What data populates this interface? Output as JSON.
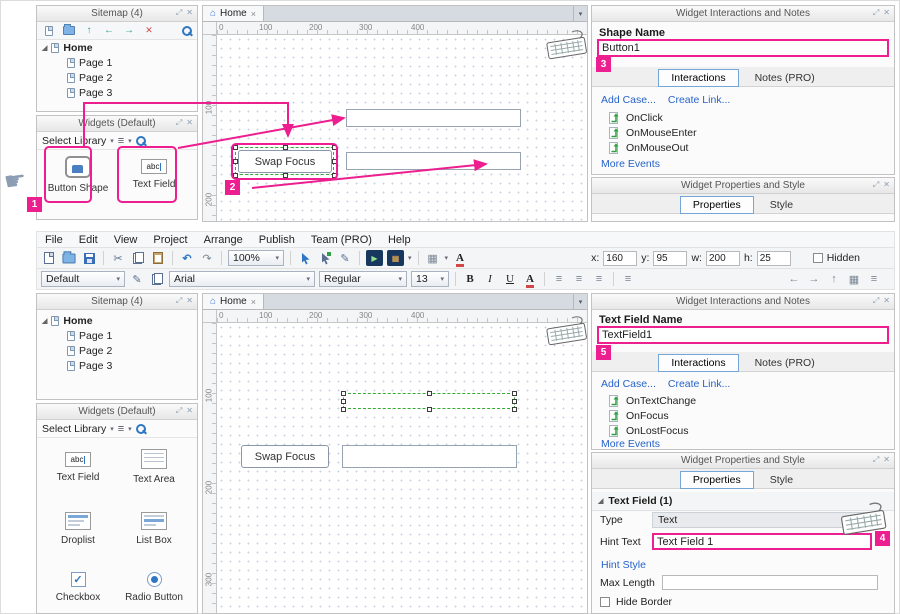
{
  "colors": {
    "accent_pink": "#ed1e8f",
    "selection_green": "#33aa33",
    "link_blue": "#2663c9",
    "event_green": "#2f9e44"
  },
  "icons": {
    "close": "✕",
    "pin": "⤢",
    "caret": "▾",
    "menu": "≡",
    "home": "⌂",
    "tab_close": "×",
    "expanded": "◢",
    "hand": "☛",
    "abc": "abc",
    "check": "✓",
    "arrow_up": "↑",
    "arrow_left": "←",
    "arrow_right": "→",
    "delete_x": "✕",
    "undo": "↶",
    "redo": "↷",
    "scissors": "✂",
    "pen": "✎",
    "bold": "B",
    "italic": "I",
    "underline": "U",
    "align": "≡",
    "play": "▶",
    "grid": "▦",
    "font_color": "A"
  },
  "badges": {
    "n1": "1",
    "n2": "2",
    "n3": "3",
    "n4": "4",
    "n5": "5"
  },
  "top_shot": {
    "sitemap": {
      "title": "Sitemap (4)",
      "home": "Home",
      "pages": [
        "Page 1",
        "Page 2",
        "Page 3"
      ]
    },
    "widgets": {
      "title": "Widgets (Default)",
      "select_library": "Select Library",
      "items": [
        "Button Shape",
        "Text Field"
      ]
    },
    "canvas": {
      "tab": "Home",
      "hruler": [
        "0",
        "100",
        "200",
        "300",
        "400"
      ],
      "vruler": [
        "100",
        "200"
      ],
      "button_label": "Swap Focus"
    },
    "interactions": {
      "title": "Widget Interactions and Notes",
      "name_label": "Shape Name",
      "name_value": "Button1",
      "tab_interactions": "Interactions",
      "tab_notes": "Notes (PRO)",
      "add_case": "Add Case...",
      "create_link": "Create Link...",
      "events": [
        "OnClick",
        "OnMouseEnter",
        "OnMouseOut"
      ],
      "more_events": "More Events"
    },
    "properties": {
      "title": "Widget Properties and Style",
      "tab_properties": "Properties",
      "tab_style": "Style"
    }
  },
  "bottom_shot": {
    "menu": [
      "File",
      "Edit",
      "View",
      "Project",
      "Arrange",
      "Publish",
      "Team (PRO)",
      "Help"
    ],
    "toolbar": {
      "zoom": "100%",
      "x_label": "x:",
      "x_value": "160",
      "y_label": "y:",
      "y_value": "95",
      "w_label": "w:",
      "w_value": "200",
      "h_label": "h:",
      "h_value": "25",
      "hidden_label": "Hidden"
    },
    "format": {
      "style_preset": "Default",
      "font_name": "Arial",
      "font_weight": "Regular",
      "font_size": "13"
    },
    "sitemap": {
      "title": "Sitemap (4)",
      "home": "Home",
      "pages": [
        "Page 1",
        "Page 2",
        "Page 3"
      ]
    },
    "widgets": {
      "title": "Widgets (Default)",
      "select_library": "Select Library",
      "items": [
        "Text Field",
        "Text Area",
        "Droplist",
        "List Box",
        "Checkbox",
        "Radio Button"
      ]
    },
    "canvas": {
      "tab": "Home",
      "hruler": [
        "0",
        "100",
        "200",
        "300",
        "400"
      ],
      "vruler": [
        "100",
        "200",
        "300"
      ],
      "button_label": "Swap Focus"
    },
    "interactions": {
      "title": "Widget Interactions and Notes",
      "name_label": "Text Field Name",
      "name_value": "TextField1",
      "tab_interactions": "Interactions",
      "tab_notes": "Notes (PRO)",
      "add_case": "Add Case...",
      "create_link": "Create Link...",
      "events": [
        "OnTextChange",
        "OnFocus",
        "OnLostFocus"
      ],
      "more_events": "More Events"
    },
    "properties": {
      "title": "Widget Properties and Style",
      "tab_properties": "Properties",
      "tab_style": "Style",
      "section_title": "Text Field (1)",
      "type_label": "Type",
      "type_value": "Text",
      "hint_label": "Hint Text",
      "hint_value": "Text Field 1",
      "hint_style_link": "Hint Style",
      "max_length_label": "Max Length",
      "hide_border_label": "Hide Border"
    }
  }
}
